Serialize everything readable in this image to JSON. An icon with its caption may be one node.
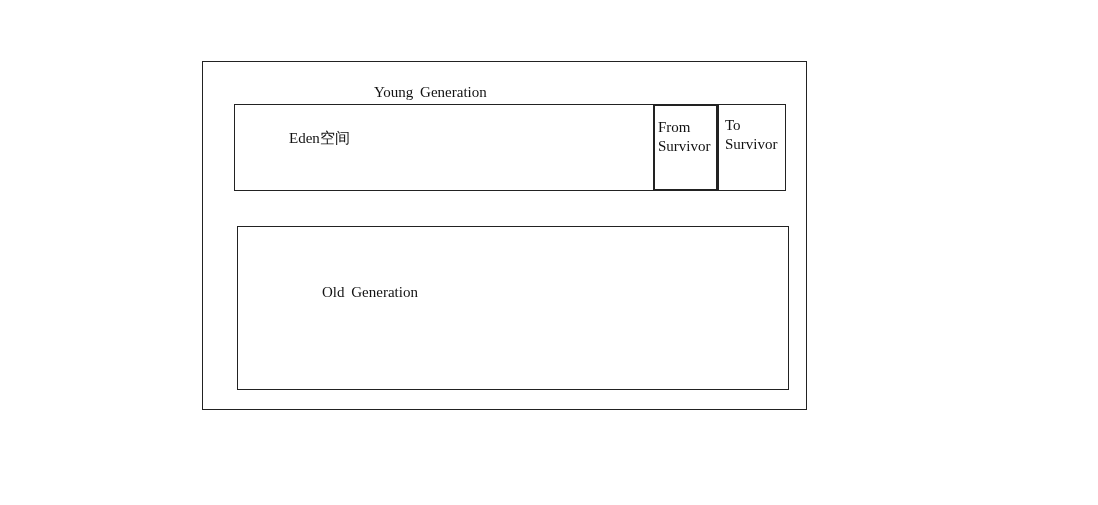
{
  "diagram": {
    "nodes": [
      {
        "text": [],
        "shape": "box"
      },
      {
        "text": [
          "Young Generation"
        ],
        "in": 0
      },
      {
        "text": [
          "Eden空间"
        ],
        "in": 1
      },
      {
        "text": [
          "From Survivor"
        ],
        "in": 1
      },
      {
        "text": [
          "To Survivor"
        ],
        "in": 1
      },
      {
        "text": [
          "Old Generation"
        ],
        "in": 0
      }
    ]
  }
}
